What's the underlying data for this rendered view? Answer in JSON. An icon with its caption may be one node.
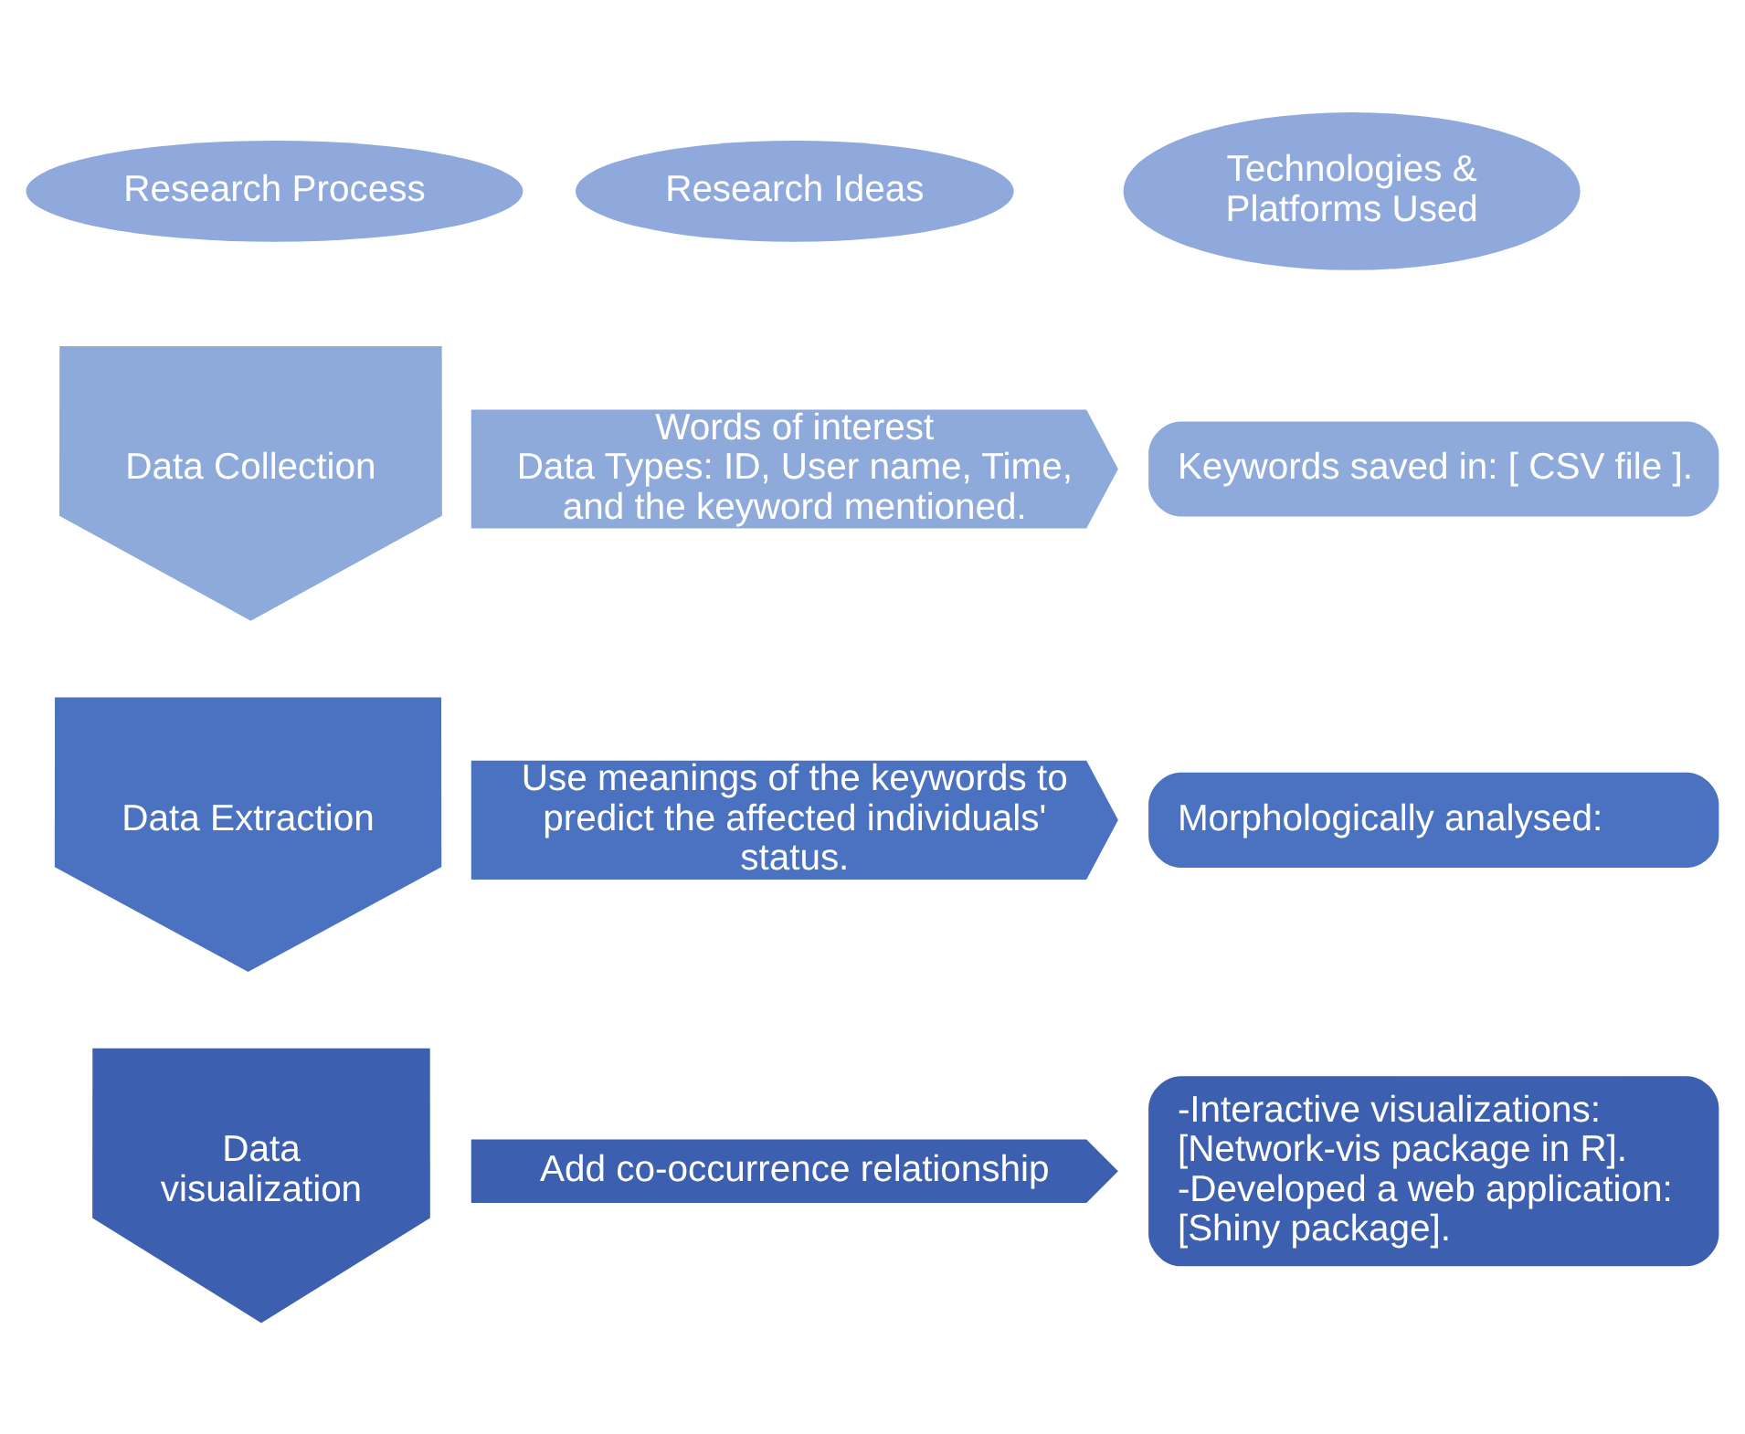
{
  "diagram": {
    "nodes": [
      {
        "text": [
          "Research Process"
        ]
      },
      {
        "text": [
          "Research Ideas"
        ]
      },
      {
        "text": [
          "Technologies & Platforms Used"
        ]
      },
      {
        "text": [
          "Data Collection"
        ]
      },
      {
        "text": [
          "Words of interest",
          "Data Types: ID, User name, Time, and the keyword mentioned."
        ]
      },
      {
        "text": [
          "Keywords saved in: [ CSV file ]."
        ]
      },
      {
        "text": [
          "Data Extraction"
        ]
      },
      {
        "text": [
          "Use meanings of the keywords to predict the affected individuals' status."
        ]
      },
      {
        "text": [
          "Morphologically analysed:"
        ]
      },
      {
        "text": [
          "Data visualization"
        ]
      },
      {
        "text": [
          "Add co-occurrence relationship"
        ]
      },
      {
        "text": [
          "-Interactive visualizations:",
          "[Network-vis package in R].",
          "-Developed a web application:",
          "[Shiny package]."
        ]
      }
    ]
  }
}
